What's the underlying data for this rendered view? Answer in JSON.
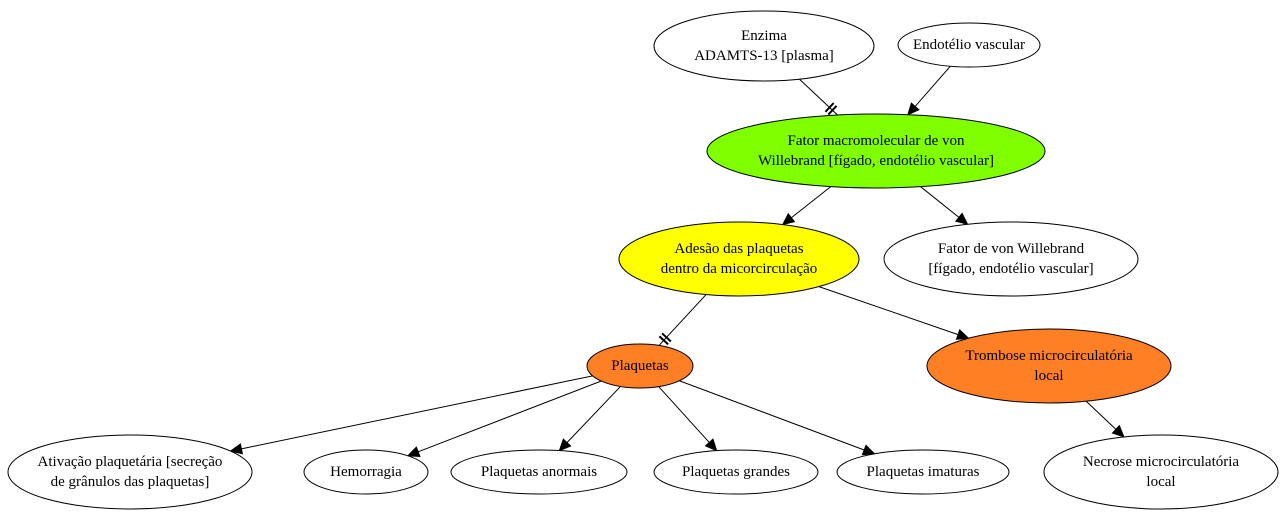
{
  "colors": {
    "white": "#ffffff",
    "green": "#7fff00",
    "yellow": "#ffff00",
    "orange": "#ff7f24"
  },
  "nodes": {
    "adamts13": {
      "lines": [
        "Enzima",
        "ADAMTS-13 [plasma]"
      ],
      "fill": "white"
    },
    "endotelio": {
      "lines": [
        "Endotélio vascular"
      ],
      "fill": "white"
    },
    "vwf_macro": {
      "lines": [
        "Fator macromolecular de von",
        "Willebrand [fígado, endotélio vascular]"
      ],
      "fill": "green"
    },
    "adesao": {
      "lines": [
        "Adesão das plaquetas",
        "dentro da micorcirculação"
      ],
      "fill": "yellow"
    },
    "vwf": {
      "lines": [
        "Fator de von Willebrand",
        "[fígado, endotélio vascular]"
      ],
      "fill": "white"
    },
    "plaquetas": {
      "lines": [
        "Plaquetas"
      ],
      "fill": "orange"
    },
    "trombose": {
      "lines": [
        "Trombose microcirculatória",
        "local"
      ],
      "fill": "orange"
    },
    "ativacao": {
      "lines": [
        "Ativação plaquetária [secreção",
        "de grânulos das plaquetas]"
      ],
      "fill": "white"
    },
    "hemorragia": {
      "lines": [
        "Hemorragia"
      ],
      "fill": "white"
    },
    "anormais": {
      "lines": [
        "Plaquetas anormais"
      ],
      "fill": "white"
    },
    "grandes": {
      "lines": [
        "Plaquetas grandes"
      ],
      "fill": "white"
    },
    "imaturas": {
      "lines": [
        "Plaquetas imaturas"
      ],
      "fill": "white"
    },
    "necrose": {
      "lines": [
        "Necrose microcirculatória",
        "local"
      ],
      "fill": "white"
    }
  },
  "edges": [
    {
      "from": "adamts13",
      "to": "vwf_macro",
      "type": "inhibit"
    },
    {
      "from": "endotelio",
      "to": "vwf_macro",
      "type": "arrow"
    },
    {
      "from": "vwf_macro",
      "to": "adesao",
      "type": "arrow"
    },
    {
      "from": "vwf_macro",
      "to": "vwf",
      "type": "arrow"
    },
    {
      "from": "adesao",
      "to": "plaquetas",
      "type": "inhibit"
    },
    {
      "from": "adesao",
      "to": "trombose",
      "type": "arrow"
    },
    {
      "from": "plaquetas",
      "to": "ativacao",
      "type": "arrow"
    },
    {
      "from": "plaquetas",
      "to": "hemorragia",
      "type": "arrow"
    },
    {
      "from": "plaquetas",
      "to": "anormais",
      "type": "arrow"
    },
    {
      "from": "plaquetas",
      "to": "grandes",
      "type": "arrow"
    },
    {
      "from": "plaquetas",
      "to": "imaturas",
      "type": "arrow"
    },
    {
      "from": "trombose",
      "to": "necrose",
      "type": "arrow"
    }
  ]
}
